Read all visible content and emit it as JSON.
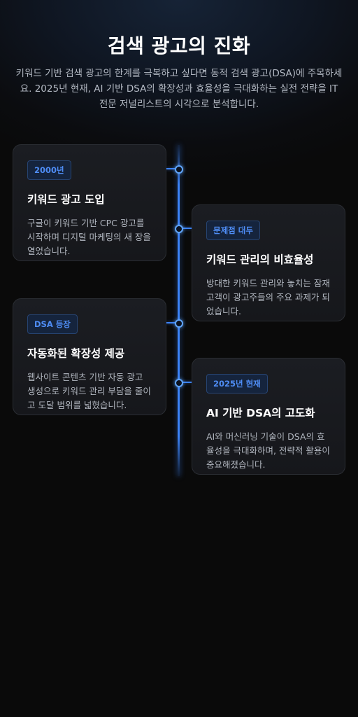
{
  "header": {
    "title": "검색 광고의 진화",
    "subtitle": "키워드 기반 검색 광고의 한계를 극복하고 싶다면 동적 검색 광고(DSA)에 주목하세요. 2025년 현재, AI 기반 DSA의 확장성과 효율성을 극대화하는 실전 전략을 IT 전문 저널리스트의 시각으로 분석합니다."
  },
  "timeline": {
    "items": [
      {
        "badge": "2000년",
        "title": "키워드 광고 도입",
        "body": "구글이 키워드 기반 CPC 광고를 시작하며 디지털 마케팅의 새 장을 열었습니다."
      },
      {
        "badge": "문제점 대두",
        "title": "키워드 관리의 비효율성",
        "body": "방대한 키워드 관리와 놓치는 잠재 고객이 광고주들의 주요 과제가 되었습니다."
      },
      {
        "badge": "DSA 등장",
        "title": "자동화된 확장성 제공",
        "body": "웹사이트 콘텐츠 기반 자동 광고 생성으로 키워드 관리 부담을 줄이고 도달 범위를 넓혔습니다."
      },
      {
        "badge": "2025년 현재",
        "title": "AI 기반 DSA의 고도화",
        "body": "AI와 머신러닝 기술이 DSA의 효율성을 극대화하며, 전략적 활용이 중요해졌습니다."
      }
    ]
  },
  "colors": {
    "accent": "#3b82f6",
    "badge_text": "#4f8df5",
    "card_bg": "#1b1d22",
    "page_bg": "#0a0a0a"
  }
}
